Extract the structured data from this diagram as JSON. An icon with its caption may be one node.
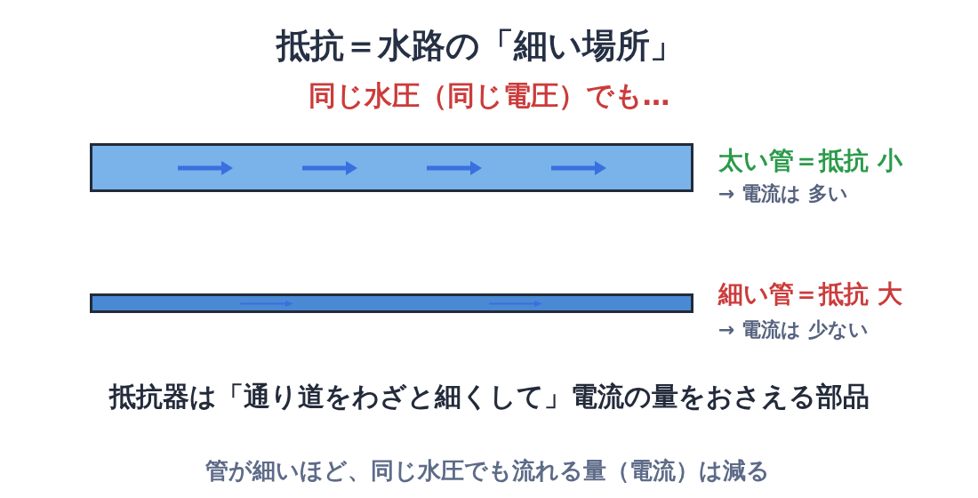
{
  "diagram": {
    "title": "抵抗＝水路の「細い場所」",
    "caption": "管が細いほど、同じ水圧でも流れる量（電流）は減る",
    "nodes": [
      {
        "text": [],
        "shape": "bar",
        "beside": [
          "太い管＝抵抗 小",
          "→ 電流は 多い"
        ]
      },
      {
        "text": [],
        "shape": "bar",
        "beside": [
          "細い管＝抵抗 大",
          "→ 電流は 少ない"
        ]
      }
    ],
    "labels": [
      "同じ水圧（同じ電圧）でも…",
      "抵抗器は「通り道をわざと細くして」電流の量をおさえる部品"
    ]
  }
}
